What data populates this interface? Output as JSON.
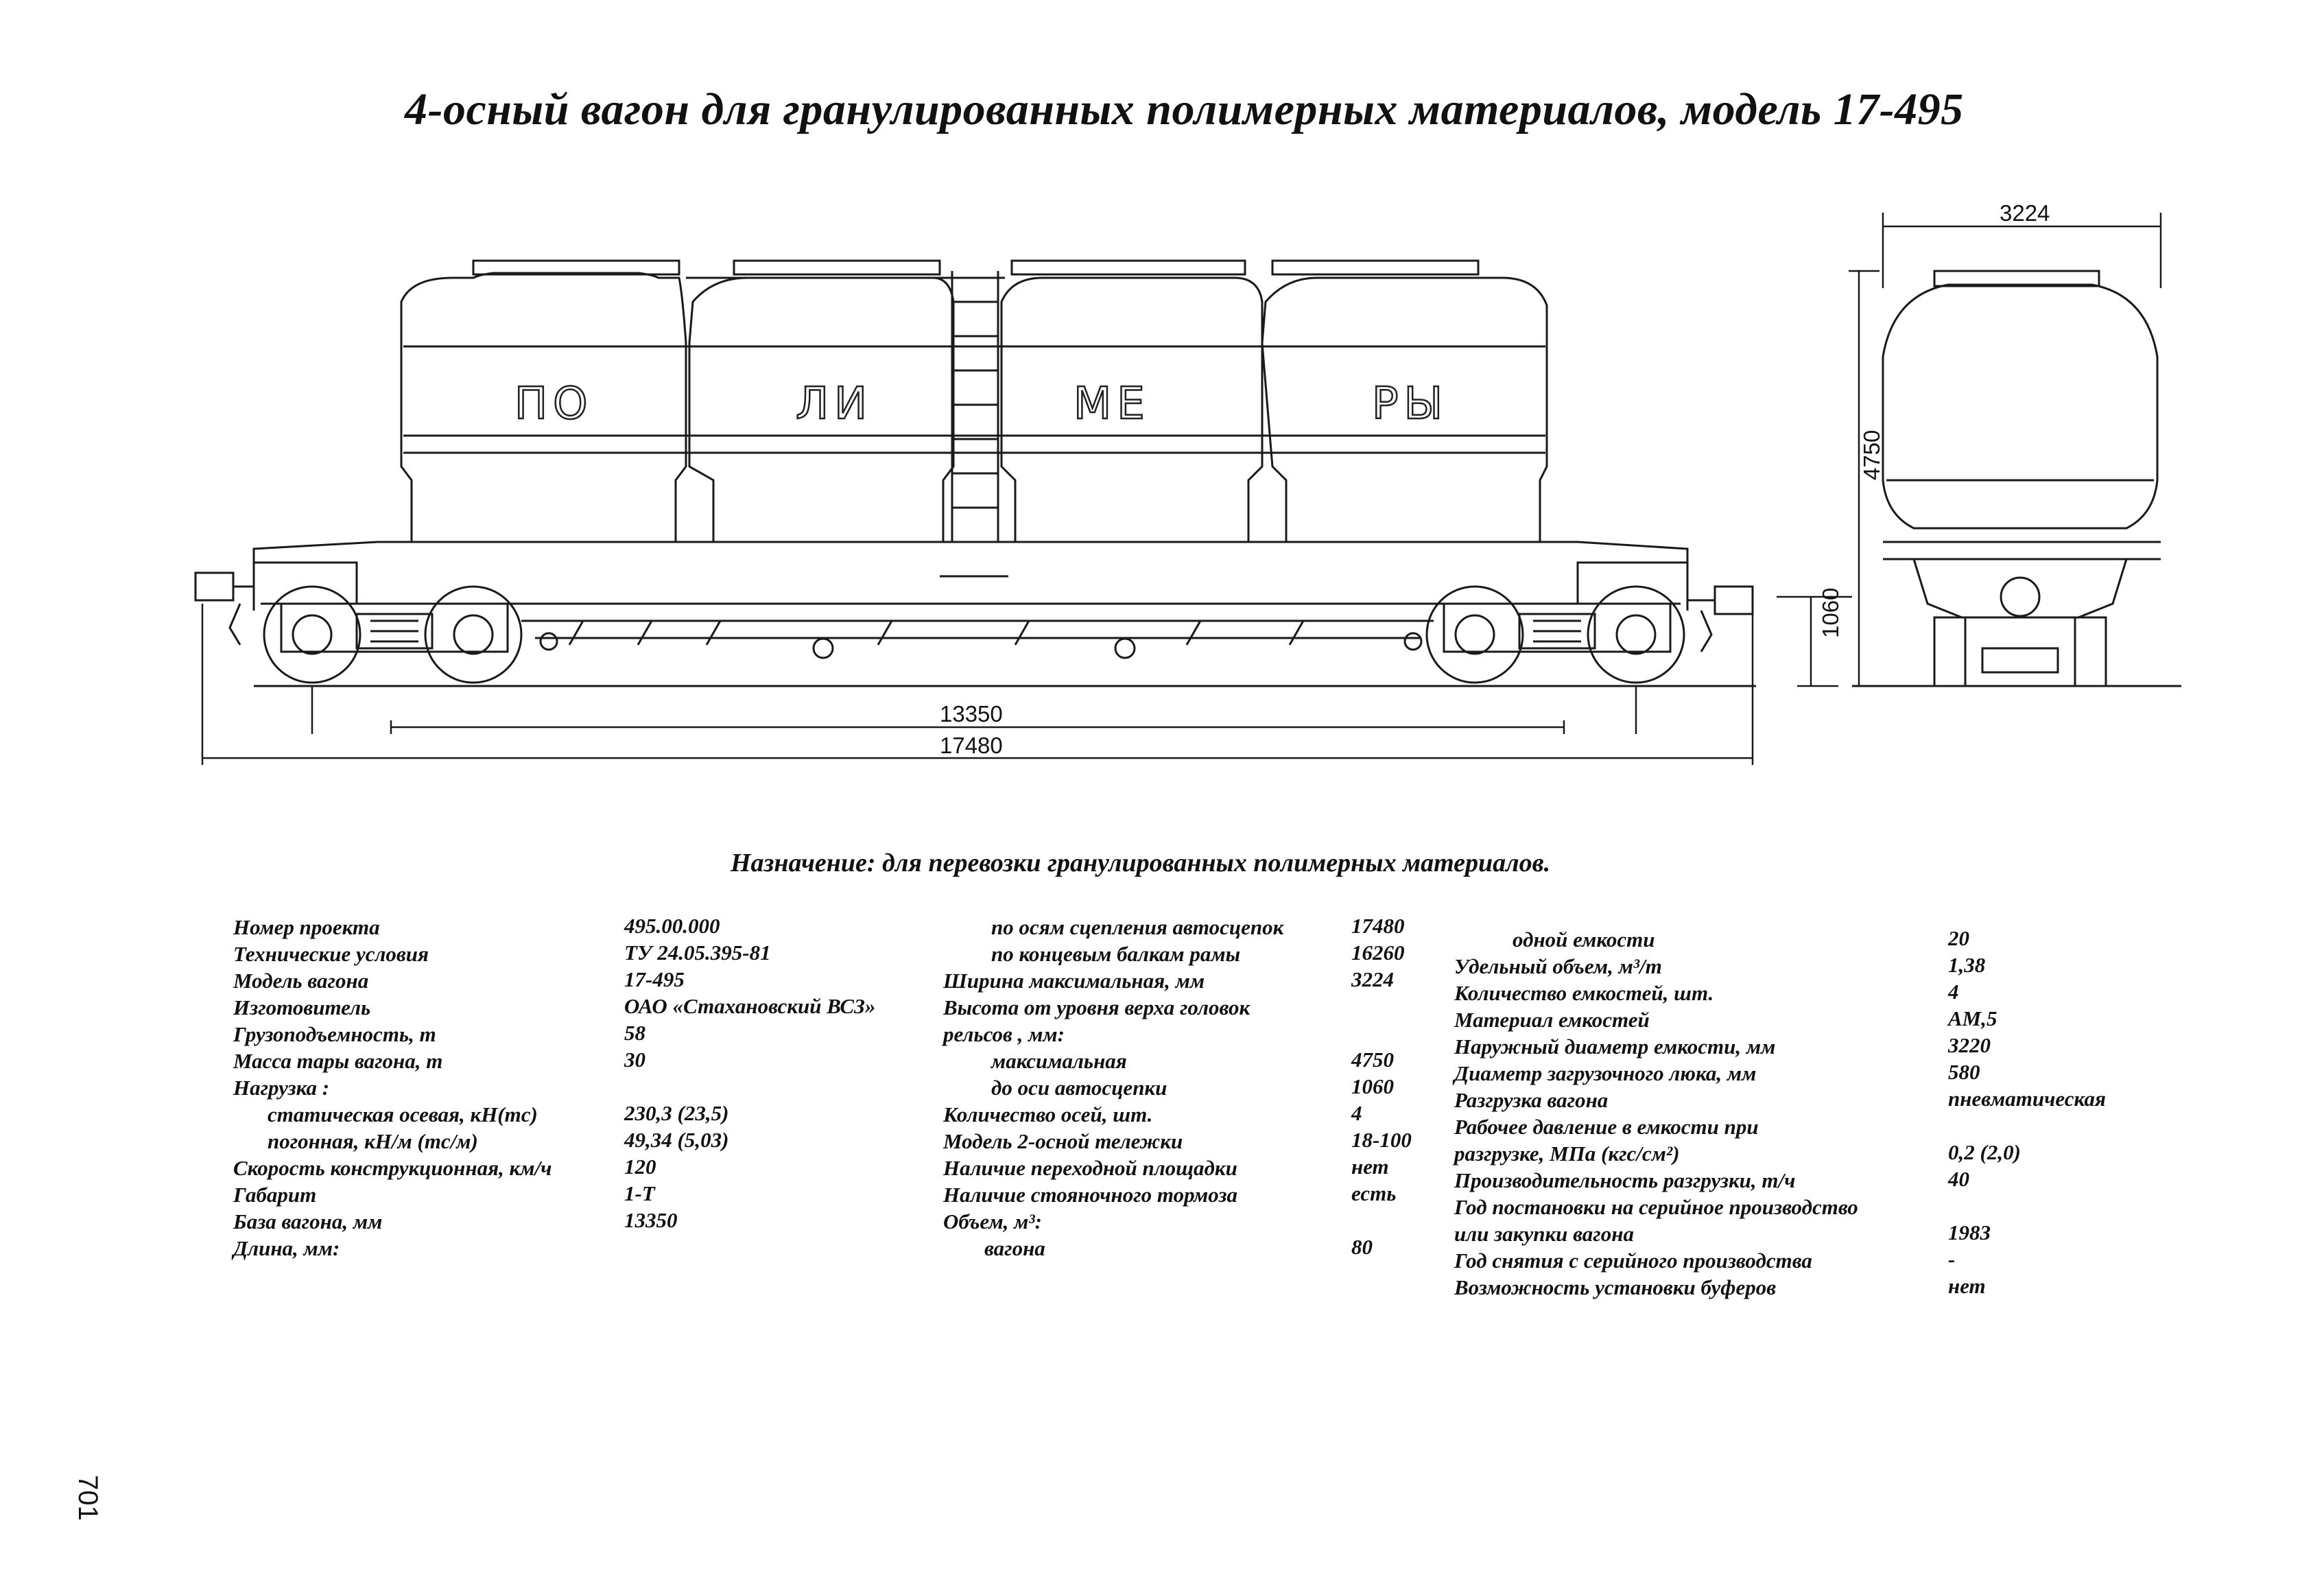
{
  "title": "4-осный вагон для гранулированных полимерных материалов, модель 17-495",
  "purpose": "Назначение: для перевозки гранулированных полимерных материалов.",
  "page_number": "701",
  "tank_labels": [
    "ПО",
    "ЛИ",
    "МЕ",
    "РЫ"
  ],
  "dimensions": {
    "base": "13350",
    "length": "17480",
    "width": "3224",
    "height": "4750",
    "coupler_height": "1060"
  },
  "spec_left": [
    {
      "label": "Номер проекта",
      "value": "495.00.000"
    },
    {
      "label": "Технические условия",
      "value": "ТУ 24.05.395-81"
    },
    {
      "label": "Модель вагона",
      "value": "17-495"
    },
    {
      "label": "Изготовитель",
      "value": "ОАО «Стахановский ВСЗ»"
    },
    {
      "label": "Грузоподъемность, т",
      "value": "58"
    },
    {
      "label": "Масса тары вагона, т",
      "value": "30"
    },
    {
      "label": "Нагрузка :",
      "value": ""
    },
    {
      "label": "статическая осевая, кН(тс)",
      "value": "230,3 (23,5)"
    },
    {
      "label": "погонная, кН/м (тс/м)",
      "value": "49,34 (5,03)"
    },
    {
      "label": "Скорость конструкционная, км/ч",
      "value": "120"
    },
    {
      "label": "Габарит",
      "value": "1-Т"
    },
    {
      "label": "База вагона, мм",
      "value": "13350"
    },
    {
      "label": "Длина, мм:",
      "value": ""
    }
  ],
  "spec_middle": [
    {
      "label": "по осям сцепления автосцепок",
      "value": "17480"
    },
    {
      "label": "по концевым балкам рамы",
      "value": "16260"
    },
    {
      "label": "Ширина максимальная, мм",
      "value": "3224"
    },
    {
      "label": "Высота от уровня верха головок",
      "value": ""
    },
    {
      "label": "рельсов , мм:",
      "value": ""
    },
    {
      "label": "максимальная",
      "value": "4750"
    },
    {
      "label": "до оси автосцепки",
      "value": "1060"
    },
    {
      "label": "Количество осей, шт.",
      "value": "4"
    },
    {
      "label": "Модель 2-осной тележки",
      "value": "18-100"
    },
    {
      "label": "Наличие переходной площадки",
      "value": "нет"
    },
    {
      "label": "Наличие стояночного тормоза",
      "value": "есть"
    },
    {
      "label": "Объем, м³:",
      "value": ""
    },
    {
      "label": "вагона",
      "value": "80"
    }
  ],
  "spec_right": [
    {
      "label": "одной емкости",
      "value": "20"
    },
    {
      "label": "Удельный объем, м³/т",
      "value": "1,38"
    },
    {
      "label": "Количество емкостей, шт.",
      "value": "4"
    },
    {
      "label": "Материал емкостей",
      "value": "АМ,5"
    },
    {
      "label": "Наружный диаметр емкости, мм",
      "value": "3220"
    },
    {
      "label": "Диаметр загрузочного люка, мм",
      "value": "580"
    },
    {
      "label": "Разгрузка вагона",
      "value": "пневматическая"
    },
    {
      "label": "Рабочее давление в емкости при",
      "value": ""
    },
    {
      "label": "разгрузке, МПа (кгс/см²)",
      "value": "0,2 (2,0)"
    },
    {
      "label": "Производительность разгрузки, т/ч",
      "value": "40"
    },
    {
      "label": "Год постановки на серийное производство",
      "value": ""
    },
    {
      "label": "или закупки вагона",
      "value": "1983"
    },
    {
      "label": "Год снятия с серийного производства",
      "value": "-"
    },
    {
      "label": "Возможность установки буферов",
      "value": "нет"
    }
  ]
}
